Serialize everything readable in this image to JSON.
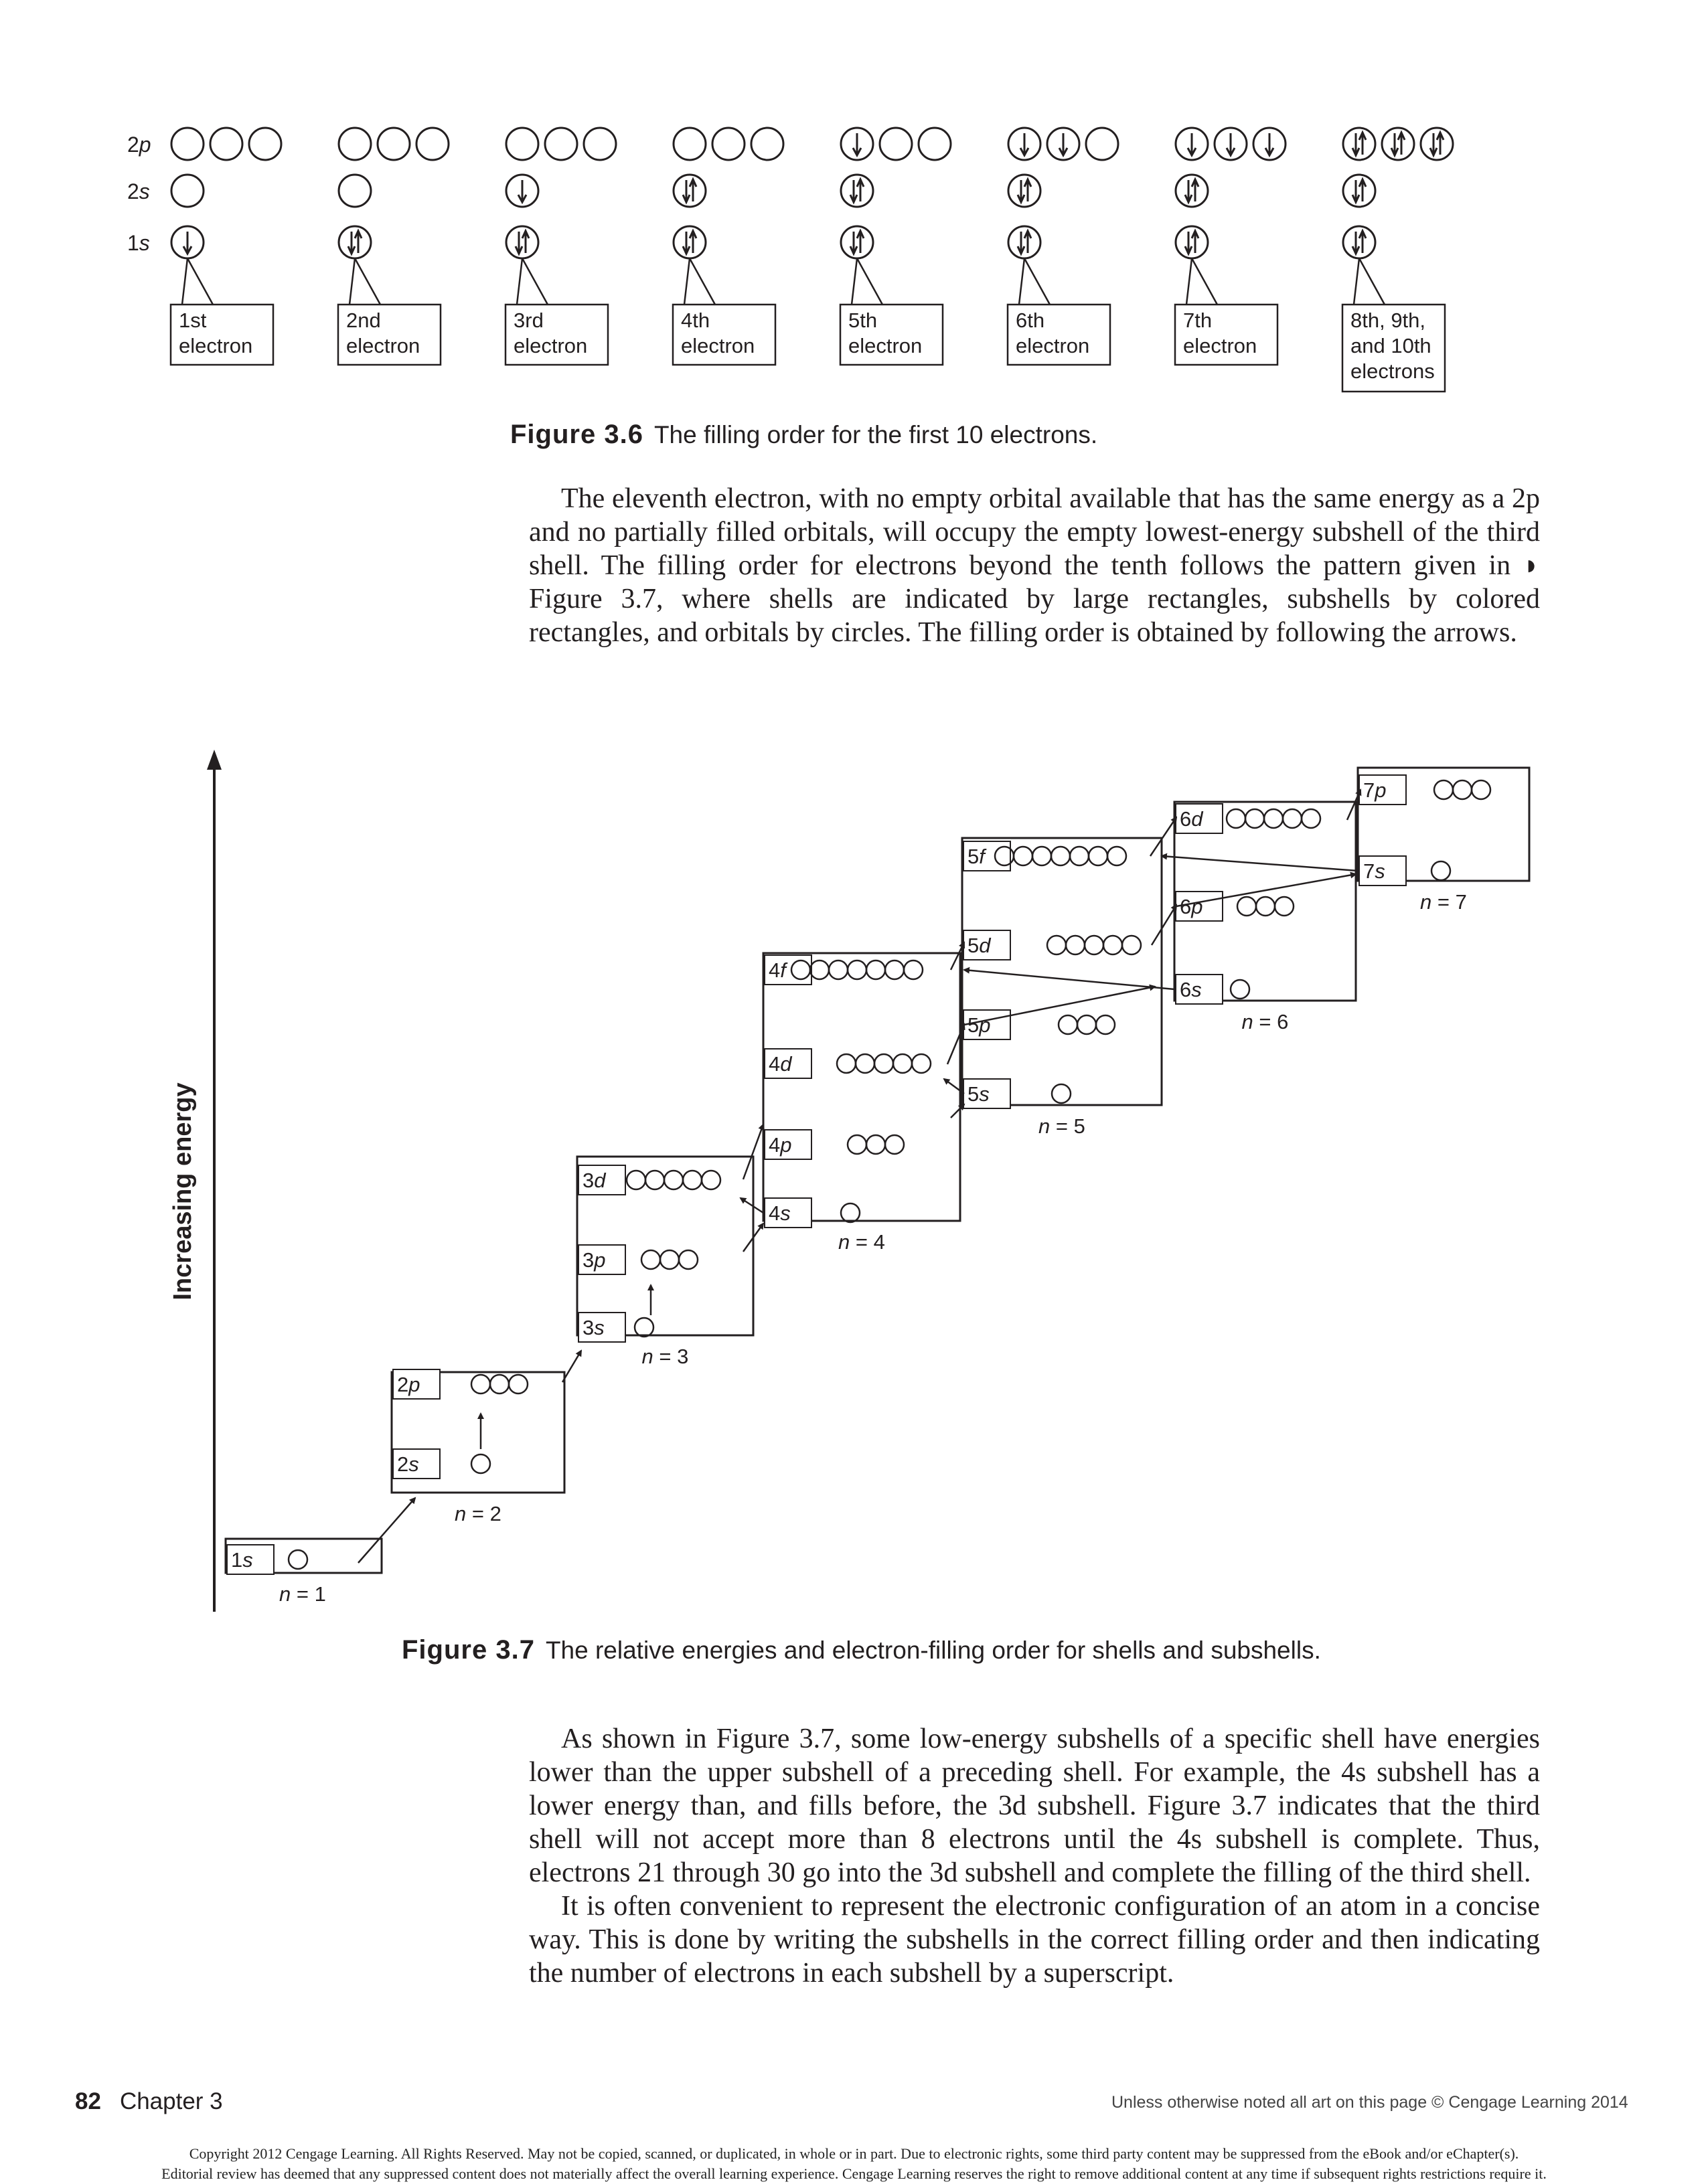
{
  "figure_3_6": {
    "row_labels": [
      "2p",
      "2s",
      "1s"
    ],
    "steps": [
      {
        "label_lines": [
          "1st",
          "electron"
        ],
        "s1": 1,
        "s2": 0,
        "p": [
          0,
          0,
          0
        ]
      },
      {
        "label_lines": [
          "2nd",
          "electron"
        ],
        "s1": 2,
        "s2": 0,
        "p": [
          0,
          0,
          0
        ]
      },
      {
        "label_lines": [
          "3rd",
          "electron"
        ],
        "s1": 2,
        "s2": 1,
        "p": [
          0,
          0,
          0
        ]
      },
      {
        "label_lines": [
          "4th",
          "electron"
        ],
        "s1": 2,
        "s2": 2,
        "p": [
          0,
          0,
          0
        ]
      },
      {
        "label_lines": [
          "5th",
          "electron"
        ],
        "s1": 2,
        "s2": 2,
        "p": [
          1,
          0,
          0
        ]
      },
      {
        "label_lines": [
          "6th",
          "electron"
        ],
        "s1": 2,
        "s2": 2,
        "p": [
          1,
          1,
          0
        ]
      },
      {
        "label_lines": [
          "7th",
          "electron"
        ],
        "s1": 2,
        "s2": 2,
        "p": [
          1,
          1,
          1
        ]
      },
      {
        "label_lines": [
          "8th, 9th,",
          "and 10th",
          "electrons"
        ],
        "s1": 2,
        "s2": 2,
        "p": [
          2,
          2,
          2
        ]
      }
    ],
    "caption_label": "Figure 3.6",
    "caption_text": "The filling order for the first 10 electrons."
  },
  "paragraph_1": "The eleventh electron, with no empty orbital available that has the same energy as a 2p and no partially filled orbitals, will occupy the empty lowest-energy subshell of the third shell. The filling order for electrons beyond the tenth follows the pattern given in ◗ Figure 3.7, where shells are indicated by large rectangles, subshells by colored rectangles, and orbitals by circles. The filling order is obtained by following the arrows.",
  "figure_3_7": {
    "axis_label": "Increasing energy",
    "shells": [
      {
        "n_label": "n = 1",
        "subshells": [
          {
            "label": "1s",
            "orbitals": 1
          }
        ]
      },
      {
        "n_label": "n = 2",
        "subshells": [
          {
            "label": "2s",
            "orbitals": 1
          },
          {
            "label": "2p",
            "orbitals": 3
          }
        ]
      },
      {
        "n_label": "n = 3",
        "subshells": [
          {
            "label": "3s",
            "orbitals": 1
          },
          {
            "label": "3p",
            "orbitals": 3
          },
          {
            "label": "3d",
            "orbitals": 5
          }
        ]
      },
      {
        "n_label": "n = 4",
        "subshells": [
          {
            "label": "4s",
            "orbitals": 1
          },
          {
            "label": "4p",
            "orbitals": 3
          },
          {
            "label": "4d",
            "orbitals": 5
          },
          {
            "label": "4f",
            "orbitals": 7
          }
        ]
      },
      {
        "n_label": "n = 5",
        "subshells": [
          {
            "label": "5s",
            "orbitals": 1
          },
          {
            "label": "5p",
            "orbitals": 3
          },
          {
            "label": "5d",
            "orbitals": 5
          },
          {
            "label": "5f",
            "orbitals": 7
          }
        ]
      },
      {
        "n_label": "n = 6",
        "subshells": [
          {
            "label": "6s",
            "orbitals": 1
          },
          {
            "label": "6p",
            "orbitals": 3
          },
          {
            "label": "6d",
            "orbitals": 5
          }
        ]
      },
      {
        "n_label": "n = 7",
        "subshells": [
          {
            "label": "7s",
            "orbitals": 1
          },
          {
            "label": "7p",
            "orbitals": 3
          }
        ]
      }
    ],
    "caption_label": "Figure 3.7",
    "caption_text": "The relative energies and electron-filling order for shells and subshells."
  },
  "paragraph_2": "As shown in Figure 3.7, some low-energy subshells of a specific shell have energies lower than the upper subshell of a preceding shell. For example, the 4s subshell has a lower energy than, and fills before, the 3d subshell. Figure 3.7 indicates that the third shell will not accept more than 8 electrons until the 4s subshell is complete. Thus, electrons 21 through 30 go into the 3d subshell and complete the filling of the third shell.",
  "paragraph_3": "It is often convenient to represent the electronic configuration of an atom in a concise way. This is done by writing the subshells in the correct filling order and then indicating the number of electrons in each subshell by a superscript.",
  "footer": {
    "page_number": "82",
    "chapter": "Chapter 3",
    "credit": "Unless otherwise noted all art on this page © Cengage Learning 2014"
  },
  "copyright": {
    "line1": "Copyright 2012 Cengage Learning. All Rights Reserved. May not be copied, scanned, or duplicated, in whole or in part. Due to electronic rights, some third party content may be suppressed from the eBook and/or eChapter(s).",
    "line2": "Editorial review has deemed that any suppressed content does not materially affect the overall learning experience. Cengage Learning reserves the right to remove additional content at any time if subsequent rights restrictions require it."
  }
}
